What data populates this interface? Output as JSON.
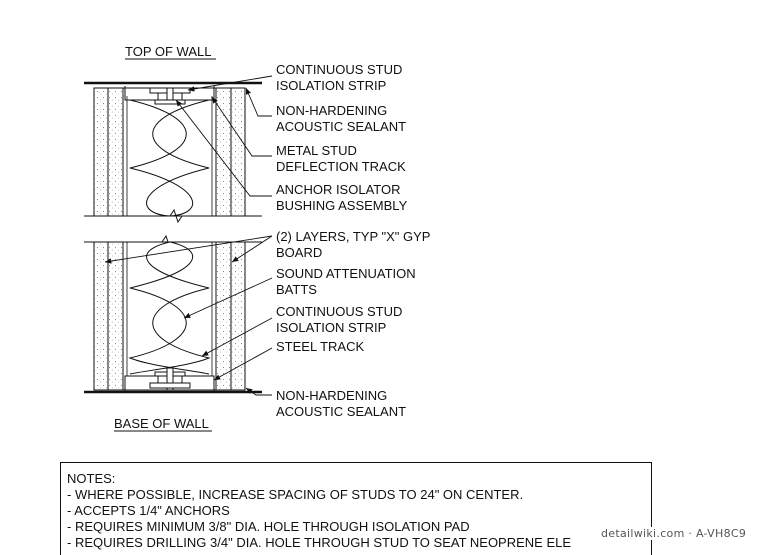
{
  "headers": {
    "top": "TOP OF WALL",
    "base": "BASE OF WALL"
  },
  "labels": [
    [
      "CONTINUOUS STUD",
      "ISOLATION STRIP"
    ],
    [
      "NON-HARDENING",
      "ACOUSTIC SEALANT"
    ],
    [
      "METAL STUD",
      "DEFLECTION TRACK"
    ],
    [
      "ANCHOR ISOLATOR",
      "BUSHING ASSEMBLY"
    ],
    [
      "(2) LAYERS, TYP \"X\" GYP",
      "BOARD"
    ],
    [
      "SOUND ATTENUATION",
      "BATTS"
    ],
    [
      "CONTINUOUS STUD",
      "ISOLATION STRIP"
    ],
    [
      "STEEL TRACK"
    ],
    [
      "NON-HARDENING",
      "ACOUSTIC SEALANT"
    ]
  ],
  "notes": {
    "title": "NOTES:",
    "items": [
      " - WHERE POSSIBLE, INCREASE SPACING OF STUDS TO 24\" ON CENTER.",
      " - ACCEPTS 1/4\" ANCHORS",
      " - REQUIRES MINIMUM 3/8\" DIA. HOLE THROUGH ISOLATION PAD",
      " - REQUIRES DRILLING 3/4\" DIA. HOLE THROUGH STUD TO SEAT NEOPRENE ELE"
    ]
  },
  "watermark": "detailwiki.com · A-VH8C9"
}
